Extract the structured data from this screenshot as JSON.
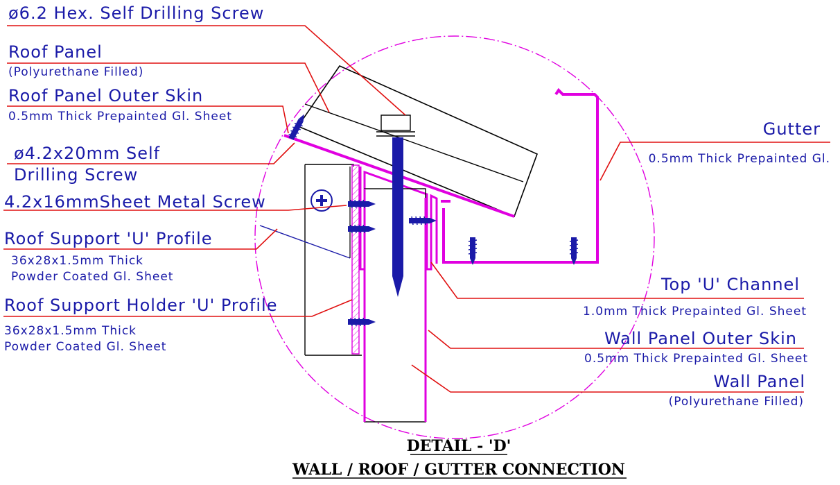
{
  "labels": {
    "hex_screw": "ø6.2 Hex. Self Drilling Screw",
    "roof_panel": "Roof Panel",
    "roof_panel_sub": "(Polyurethane Filled)",
    "roof_outer_skin": "Roof Panel Outer Skin",
    "roof_outer_skin_sub": "0.5mm Thick Prepainted Gl. Sheet",
    "self_drill_1": "ø4.2x20mm Self",
    "self_drill_2": "Drilling Screw",
    "sheet_metal_screw": "4.2x16mmSheet Metal Screw",
    "roof_support": "Roof Support 'U' Profile",
    "roof_support_sub1": "36x28x1.5mm Thick",
    "roof_support_sub2": "Powder Coated Gl. Sheet",
    "holder": "Roof Support Holder 'U' Profile",
    "holder_sub1": "36x28x1.5mm Thick",
    "holder_sub2": "Powder Coated Gl. Sheet",
    "gutter": "Gutter",
    "gutter_sub": "0.5mm Thick Prepainted Gl.",
    "top_channel": "Top 'U' Channel",
    "top_channel_sub": "1.0mm Thick Prepainted Gl. Sheet",
    "wall_outer_skin": "Wall Panel Outer Skin",
    "wall_outer_skin_sub": "0.5mm Thick Prepainted Gl. Sheet",
    "wall_panel": "Wall Panel",
    "wall_panel_sub": "(Polyurethane Filled)"
  },
  "title": {
    "line1": "DETAIL - 'D'",
    "line2": "WALL / ROOF / GUTTER CONNECTION"
  }
}
